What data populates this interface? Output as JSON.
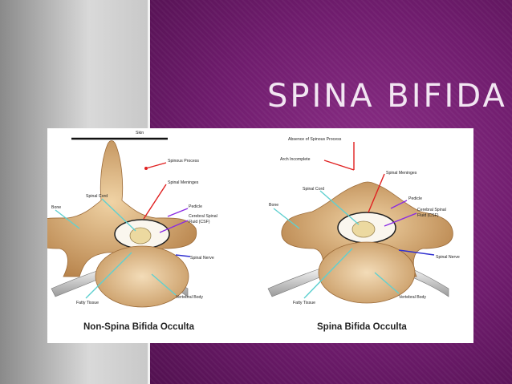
{
  "slide": {
    "title": "SPINA BIFIDA"
  },
  "figure": {
    "left_panel": {
      "caption": "Non-Spina Bifida Occulta",
      "labels": {
        "skin": "Skin",
        "spinous_process": "Spinous Process",
        "spinal_meninges": "Spinal Meninges",
        "spinal_cord": "Spinal Cord",
        "bone": "Bone",
        "pedicle": "Pedicle",
        "csf_line1": "Cerebral Spinal",
        "csf_line2": "Fluid (CSF)",
        "spinal_nerve": "Spinal Nerve",
        "fatty_tissue": "Fatty Tissue",
        "vertebral_body": "Vertebral Body"
      }
    },
    "right_panel": {
      "caption": "Spina Bifida Occulta",
      "labels": {
        "absence": "Absence of Spinous Process",
        "arch": "Arch Incomplete",
        "spinal_meninges": "Spinal Meninges",
        "spinal_cord": "Spinal Cord",
        "bone": "Bone",
        "pedicle": "Pedicle",
        "csf_line1": "Cerebral Spinal",
        "csf_line2": "Fluid (CSF)",
        "spinal_nerve": "Spinal Nerve",
        "fatty_tissue": "Fatty Tissue",
        "vertebral_body": "Vertebral Body"
      }
    }
  },
  "colors": {
    "purple_background": "#6f1c6d",
    "gray_panel": "#c8c8c8",
    "bone": "#d9b07a",
    "marker_red": "#e02020",
    "marker_cyan": "#5fd0d0",
    "marker_purple": "#8a2be2",
    "marker_blue": "#3030d0"
  }
}
